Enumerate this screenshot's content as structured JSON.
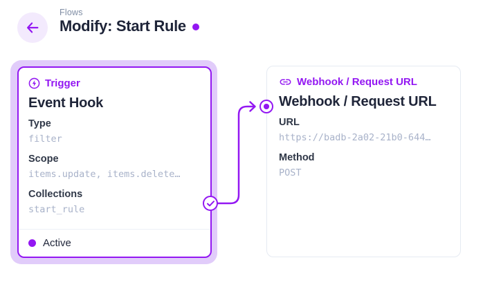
{
  "header": {
    "breadcrumb": "Flows",
    "title": "Modify: Start Rule"
  },
  "trigger_card": {
    "panel_label": "Trigger",
    "panel_icon": "bolt-icon",
    "title": "Event Hook",
    "fields": [
      {
        "label": "Type",
        "value": "filter"
      },
      {
        "label": "Scope",
        "value": "items.update, items.delete…"
      },
      {
        "label": "Collections",
        "value": "start_rule"
      }
    ],
    "status_label": "Active"
  },
  "operation_card": {
    "panel_label": "Webhook / Request URL",
    "panel_icon": "link-icon",
    "title": "Webhook / Request URL",
    "fields": [
      {
        "label": "URL",
        "value": "https://badb-2a02-21b0-644…"
      },
      {
        "label": "Method",
        "value": "POST"
      }
    ]
  },
  "colors": {
    "accent": "#9317f2",
    "halo": "#e1ccfa",
    "back_bg": "#f3eafd",
    "text_dark": "#1e2438",
    "label": "#2f3747",
    "mono_value": "#a8b2c9",
    "breadcrumb": "#7f8da4",
    "card_border": "#e5eaf2",
    "divider": "#edf0f6",
    "page_bg": "#ffffff"
  }
}
